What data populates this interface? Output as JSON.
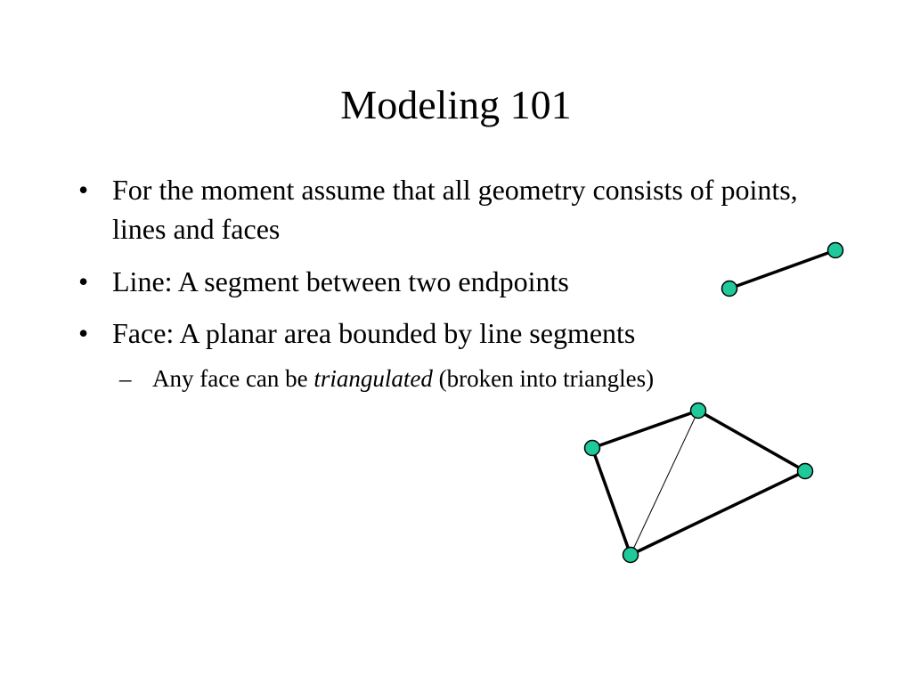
{
  "slide": {
    "title": "Modeling 101",
    "bullets": [
      {
        "marker": "•",
        "text": "For the moment assume that all geometry consists of points, lines and faces"
      },
      {
        "marker": "•",
        "text": "Line: A segment between two endpoints"
      },
      {
        "marker": "•",
        "text": "Face: A planar area bounded by line segments"
      }
    ],
    "sub_bullet": {
      "marker": "–",
      "text_before": "Any face can be ",
      "text_italic": "triangulated",
      "text_after": " (broken into triangles)"
    }
  },
  "colors": {
    "vertex_fill": "#1fc99a",
    "vertex_stroke": "#000000",
    "edge": "#000000"
  }
}
